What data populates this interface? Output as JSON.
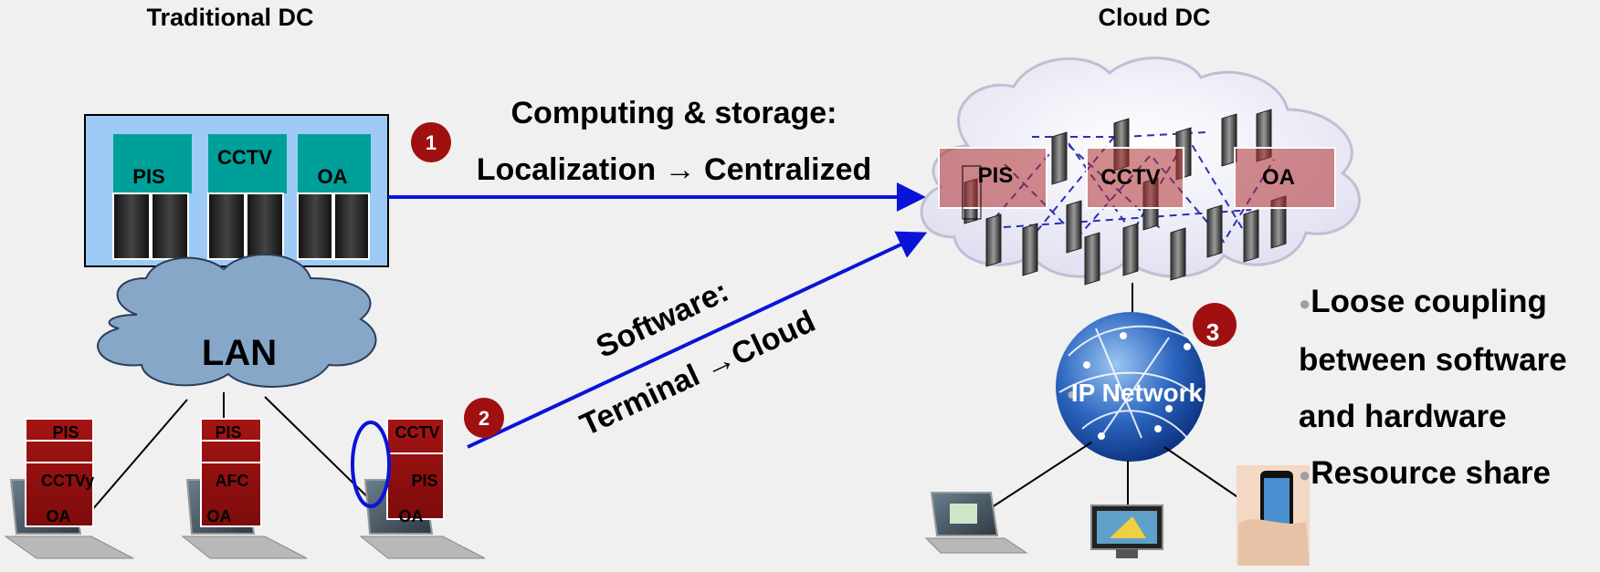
{
  "titles": {
    "traditional": "Traditional DC",
    "cloud": "Cloud DC"
  },
  "traditional_dc": {
    "apps": [
      "PIS",
      "CCTV",
      "OA"
    ],
    "lan_label": "LAN",
    "terminals": [
      {
        "lines": [
          "PIS",
          "CCTVy",
          "OA"
        ]
      },
      {
        "lines": [
          "PIS",
          "AFC",
          "OA"
        ]
      },
      {
        "lines": [
          "CCTV",
          "PIS",
          "OA"
        ]
      }
    ]
  },
  "transitions": {
    "step1": {
      "number": "1",
      "line1": "Computing & storage:",
      "line2": "Localization → Centralized"
    },
    "step2": {
      "number": "2",
      "line1": "Software:",
      "line2": "Terminal →Cloud"
    },
    "step3": {
      "number": "3"
    }
  },
  "cloud_dc": {
    "apps": [
      "PIS",
      "CCTV",
      "OA"
    ],
    "network_label": "IP Network"
  },
  "benefits": [
    {
      "lines": [
        "Loose coupling",
        "between software",
        "and hardware"
      ]
    },
    {
      "lines": [
        "Resource share"
      ]
    }
  ],
  "colors": {
    "arrow": "#0a14d8",
    "badge": "#a01010",
    "teal": "#00a09a",
    "app_red": "#9a1010",
    "lan_cloud": "#87a7c8",
    "dc_box": "#9ecbf5"
  }
}
